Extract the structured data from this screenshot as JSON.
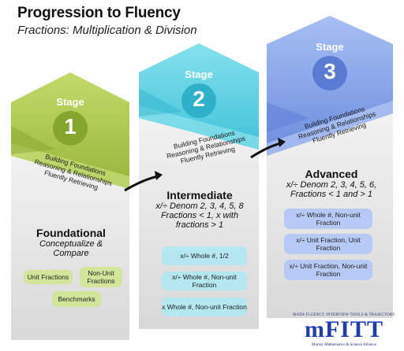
{
  "title": "Progression to Fluency",
  "subtitle": "Fractions: Multiplication & Division",
  "colors": {
    "stage1": "#a5c344",
    "stage2": "#57cfe0",
    "stage3": "#7c9ce5",
    "arrow": "#111111"
  },
  "stages": [
    {
      "stage_word": "Stage",
      "number": "1",
      "band": [
        "Building Foundations",
        "Reasoning & Relationships",
        "Fluently Retrieving"
      ],
      "level": "Foundational",
      "desc": [
        "Conceptualize &",
        "Compare"
      ],
      "chips": [
        "Unit Fractions",
        "Non-Unit Fractions",
        "Benchmarks"
      ]
    },
    {
      "stage_word": "Stage",
      "number": "2",
      "band": [
        "Building Foundations",
        "Reasoning & Relationships",
        "Fluently Retrieving"
      ],
      "level": "Intermediate",
      "desc": [
        "x/÷ Denom 2, 3, 4, 5, 8",
        "Fractions < 1, x with",
        "fractions  > 1"
      ],
      "chips": [
        "x/÷ Whole #, 1/2",
        "x/÷ Whole #, Non-unit Fraction",
        "x Whole #, Non-unit Fraction"
      ]
    },
    {
      "stage_word": "Stage",
      "number": "3",
      "band": [
        "Building Foundations",
        "Reasoning & Relationships",
        "Fluently Retrieving"
      ],
      "level": "Advanced",
      "desc": [
        "x/÷ Denom 2, 3, 4, 5, 6,",
        "Fractions < 1 and > 1"
      ],
      "chips": [
        "x/÷ Whole #, Non-unit Fraction",
        "x/÷ Unit Fraction, Unit Fraction",
        "x/÷ Unit Fraction, Non-unit Fraction"
      ]
    }
  ],
  "logo": {
    "top": "MATH FLUENCY INTERVIEW TOOLS & TRAJECTORY",
    "main": "mFITT",
    "bottom": "Murray Mathematics & Science Alliance"
  }
}
